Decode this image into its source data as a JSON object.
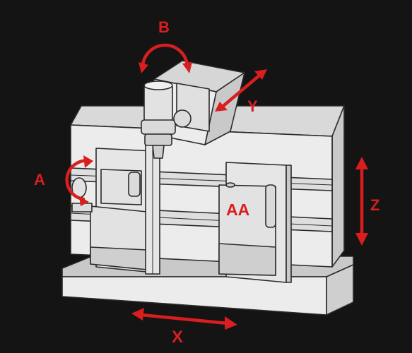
{
  "colors": {
    "background": "#141414",
    "machine_face": "#ececec",
    "machine_shade": "#c9c9c9",
    "outline": "#2a2a2a",
    "accent": "#d81e1e"
  },
  "labels": {
    "a_axis": "A",
    "b_axis": "B",
    "y_axis": "Y",
    "z_axis": "Z",
    "x_axis": "X",
    "aa_axis": "AA"
  }
}
